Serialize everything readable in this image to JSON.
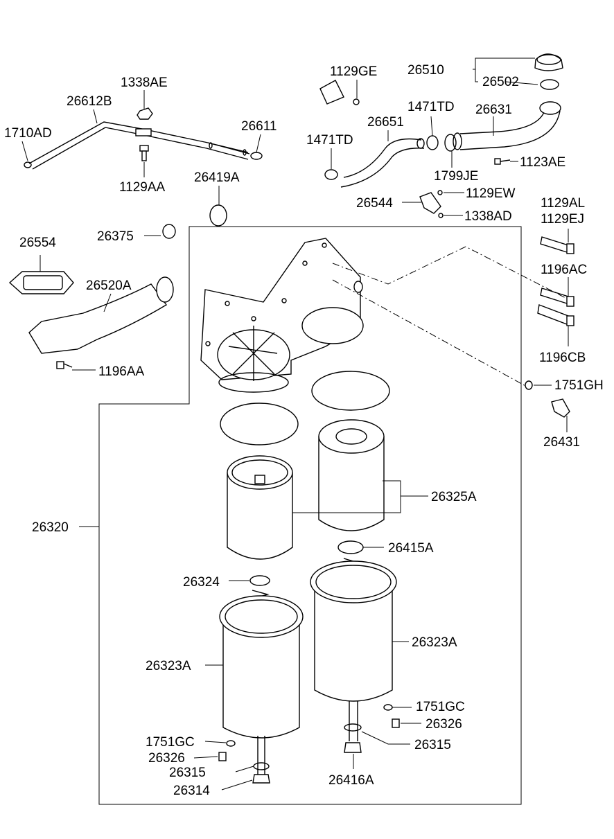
{
  "labels": {
    "p1338AE": "1338AE",
    "p26612B": "26612B",
    "p1710AD": "1710AD",
    "p26611": "26611",
    "p1129AA": "1129AA",
    "p26419A": "26419A",
    "p1129GE": "1129GE",
    "p26510": "26510",
    "p26502": "26502",
    "p1471TD_a": "1471TD",
    "p26631": "26631",
    "p26651": "26651",
    "p1471TD_b": "1471TD",
    "p1799JE": "1799JE",
    "p1123AE": "1123AE",
    "p1129EW": "1129EW",
    "p26544": "26544",
    "p1338AD": "1338AD",
    "p1129AL": "1129AL",
    "p1129EJ": "1129EJ",
    "p26554": "26554",
    "p26375": "26375",
    "p26520A": "26520A",
    "p1196AC": "1196AC",
    "p1196AA": "1196AA",
    "p1196CB": "1196CB",
    "p1751GH": "1751GH",
    "p26431": "26431",
    "p26325A": "26325A",
    "p26320": "26320",
    "p26415A": "26415A",
    "p26324": "26324",
    "p26323A_a": "26323A",
    "p26323A_b": "26323A",
    "p1751GC_a": "1751GC",
    "p26326_a": "26326",
    "p1751GC_b": "1751GC",
    "p26326_b": "26326",
    "p26315_a": "26315",
    "p26315_b": "26315",
    "p26314": "26314",
    "p26416A": "26416A"
  }
}
